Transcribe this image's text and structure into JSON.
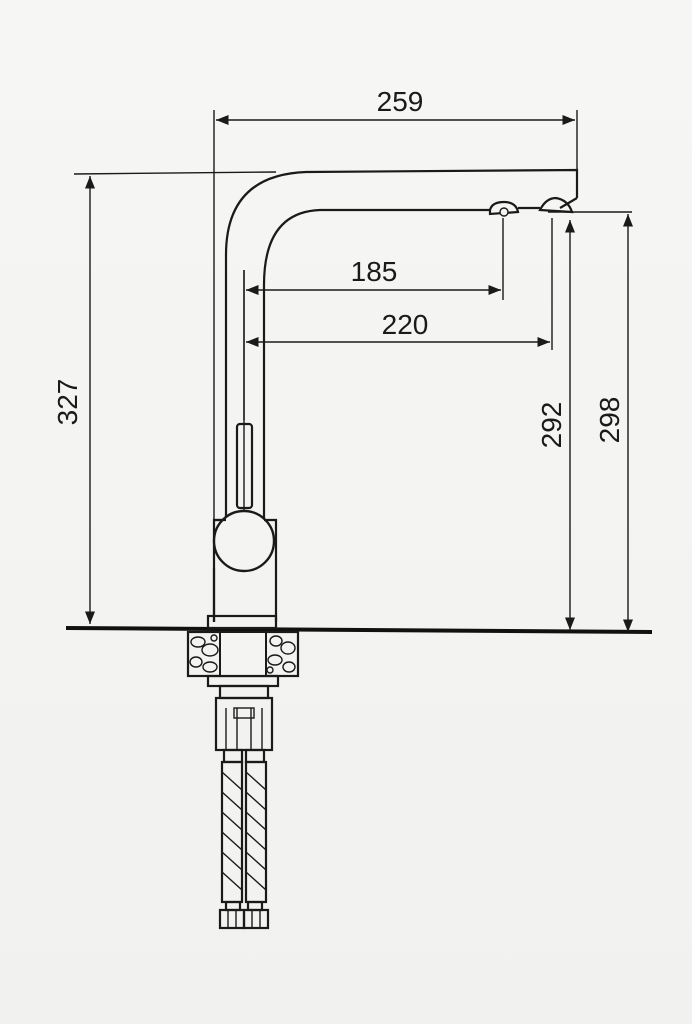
{
  "dimensions": {
    "overall_width": "259",
    "spout_reach_inner": "185",
    "spout_reach_outer": "220",
    "total_height": "327",
    "outlet_height_front": "292",
    "outlet_height_rear": "298"
  },
  "icons": {
    "faucet": "kitchen-faucet-drawing",
    "countertop": "countertop-line",
    "hoses": "braided-supply-hoses"
  },
  "colors": {
    "ink": "#1a1a1a",
    "paper": "#f4f4f2"
  }
}
